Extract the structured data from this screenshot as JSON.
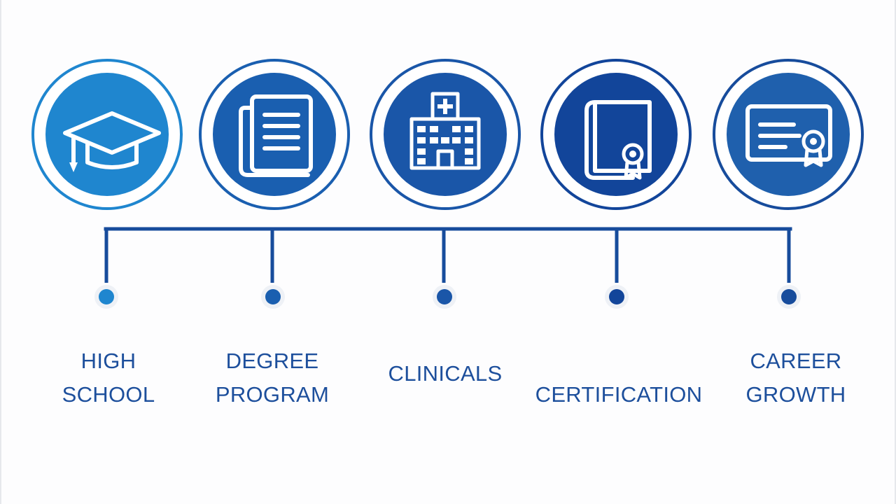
{
  "colors": {
    "light_blue": "#1f86cf",
    "mid_blue": "#1a5fb0",
    "dark_blue": "#12459a",
    "line": "#174c9c",
    "label": "#1d4f9c"
  },
  "steps": [
    {
      "icon": "graduation-cap-icon",
      "label_lines": [
        "HIGH",
        "SCHOOL"
      ]
    },
    {
      "icon": "document-book-icon",
      "label_lines": [
        "DEGREE",
        "PROGRAM"
      ]
    },
    {
      "icon": "hospital-icon",
      "label_lines": [
        "CLINICALS"
      ]
    },
    {
      "icon": "certificate-book-icon",
      "label_lines": [
        "CERTIFICATION"
      ]
    },
    {
      "icon": "diploma-certificate-icon",
      "label_lines": [
        "CAREER",
        "GROWTH"
      ]
    }
  ]
}
